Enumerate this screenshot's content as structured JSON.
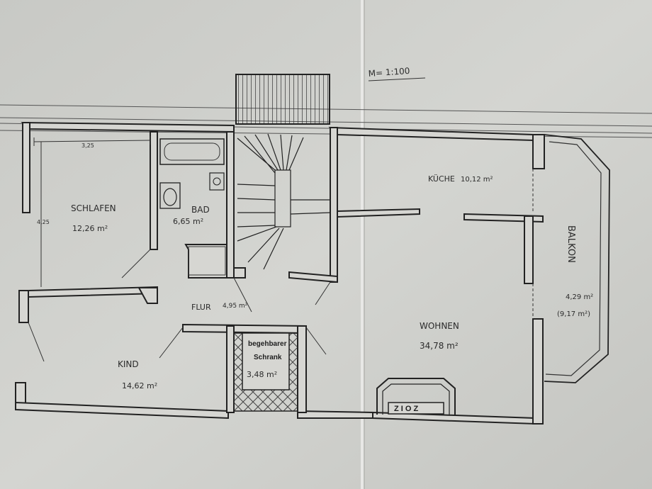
{
  "scale_note": "M= 1:100",
  "rooms": {
    "schlafen": {
      "name": "SCHLAFEN",
      "area": "12,26 m²"
    },
    "bad": {
      "name": "BAD",
      "area": "6,65 m²"
    },
    "kueche": {
      "name": "KÜCHE",
      "area": "10,12 m²"
    },
    "flur": {
      "name": "FLUR",
      "area": "4,95 m²"
    },
    "kind": {
      "name": "KIND",
      "area": "14,62 m²"
    },
    "schrank": {
      "name_line1": "begehbarer",
      "name_line2": "Schrank",
      "area": "3,48 m²"
    },
    "wohnen": {
      "name": "WOHNEN",
      "area": "34,78 m²"
    },
    "balkon": {
      "name": "BALKON",
      "area": "4,29 m²",
      "area_alt": "(9,17 m²)"
    }
  },
  "dimensions": {
    "schlafen_width": "3,25",
    "schlafen_depth": "4,25"
  },
  "fireplace_label": "Z I O Z",
  "colors": {
    "paper": "#cfd0cc",
    "ink": "#2b2b2b"
  }
}
